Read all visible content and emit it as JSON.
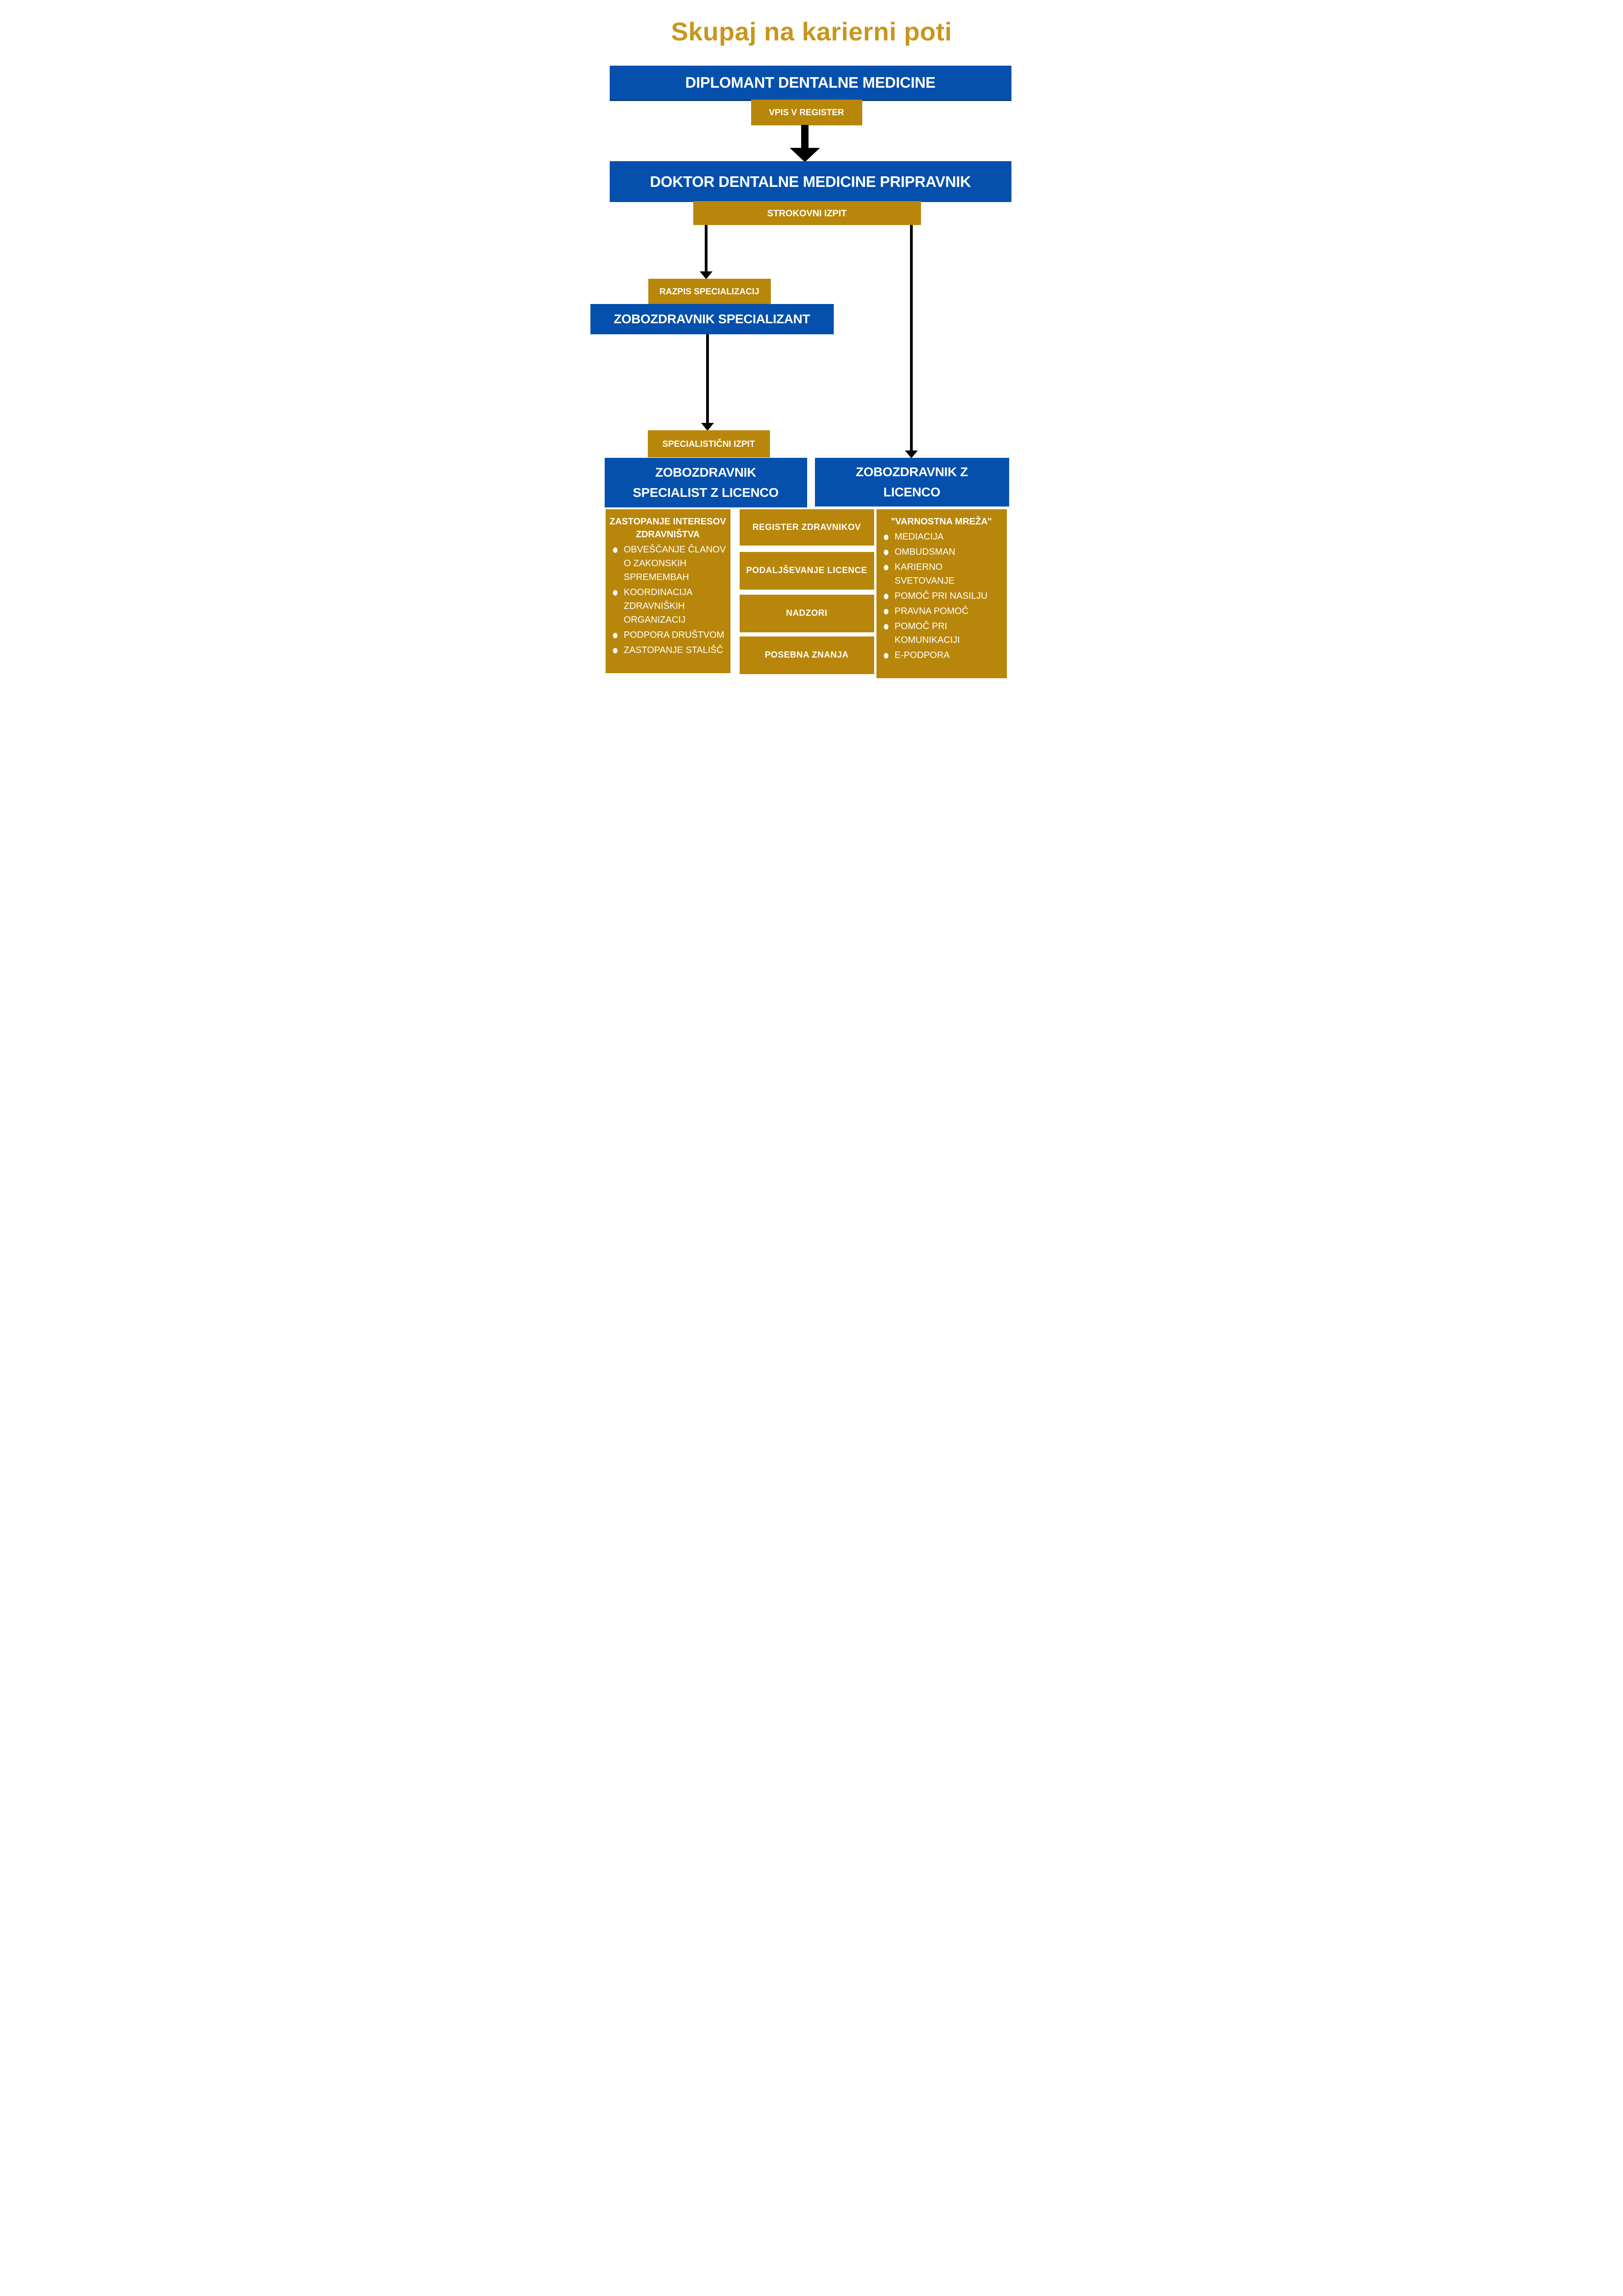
{
  "title": "Skupaj na karierni poti",
  "colors": {
    "blue": "#0450AC",
    "gold": "#B8860B",
    "title_gold": "#C8961E",
    "arrow": "#000000",
    "text": "#FFFFFF"
  },
  "flow": {
    "diplomant": "DIPLOMANT DENTALNE MEDICINE",
    "vpis_v_register": "VPIS V REGISTER",
    "doktor_pripravnik": "DOKTOR DENTALNE MEDICINE PRIPRAVNIK",
    "strokovni_izpit": "STROKOVNI IZPIT",
    "razpis_specializacij": "RAZPIS SPECIALIZACIJ",
    "specializant": "ZOBOZDRAVNIK SPECIALIZANT",
    "specialisticni_izpit": "SPECIALISTIČNI IZPIT",
    "specialist_line1": "ZOBOZDRAVNIK",
    "specialist_line2": "SPECIALIST Z LICENCO",
    "z_licenco_line1": "ZOBOZDRAVNIK Z",
    "z_licenco_line2": "LICENCO"
  },
  "panels": {
    "left": {
      "heading_line1": "ZASTOPANJE INTERESOV",
      "heading_line2": "ZDRAVNIŠTVA",
      "bullets": [
        "OBVEŠČANJE ČLANOV O ZAKONSKIH SPREMEMBAH",
        "KOORDINACIJA ZDRAVNIŠKIH ORGANIZACIJ",
        "PODPORA DRUŠTVOM",
        "ZASTOPANJE STALIŠČ"
      ]
    },
    "middle": {
      "boxes": [
        "REGISTER ZDRAVNIKOV",
        "PODALJŠEVANJE LICENCE",
        "NADZORI",
        "POSEBNA ZNANJA"
      ]
    },
    "right": {
      "heading": "\"VARNOSTNA MREŽA\"",
      "bullets": [
        "MEDIACIJA",
        "OMBUDSMAN",
        "KARIERNO SVETOVANJE",
        "POMOČ PRI NASILJU",
        "PRAVNA POMOČ",
        "POMOČ PRI KOMUNIKACIJI",
        "E-PODPORA"
      ]
    }
  }
}
